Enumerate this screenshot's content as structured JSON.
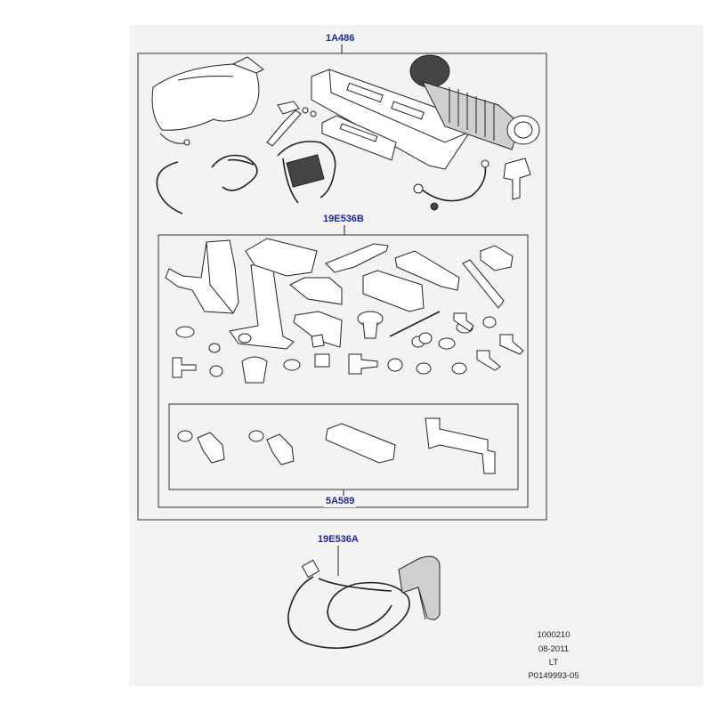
{
  "diagram": {
    "callouts": {
      "kit_main": "1A486",
      "bracket_kit": "19E536B",
      "sub_kit": "5A589",
      "remote": "19E536A"
    },
    "footer": {
      "ref_number": "1000210",
      "date": "08-2011",
      "code": "LT",
      "illustration_id": "P0149993-05"
    }
  }
}
